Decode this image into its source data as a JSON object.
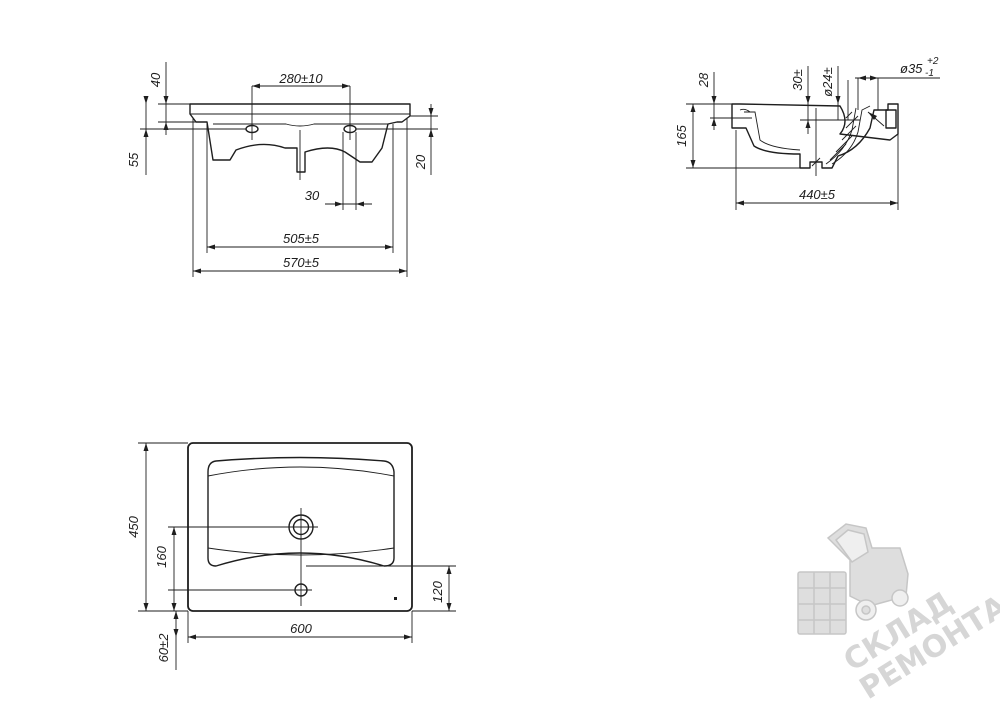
{
  "drawing": {
    "front_view": {
      "dims": {
        "flange_h": "40",
        "tap_spacing": "280±10",
        "overflow_h": "55",
        "overflow_offset": "20",
        "drain_w": "30",
        "inner_width": "505±5",
        "outer_width": "570±5"
      }
    },
    "side_view": {
      "dims": {
        "rim_h": "28",
        "offset": "30±",
        "drain_d": "ø24±",
        "hole_d": "ø35",
        "hole_tol_upper": "+2",
        "hole_tol_lower": "-1",
        "height": "165",
        "depth": "440±5"
      }
    },
    "top_view": {
      "dims": {
        "depth": "450",
        "drain_offset": "160",
        "tap_offset": "120",
        "width": "600",
        "back_h": "60±2"
      }
    }
  },
  "watermark": {
    "line1": "СКЛАД",
    "line2": "РЕМОНТА",
    "color": "#cfcfcf"
  }
}
